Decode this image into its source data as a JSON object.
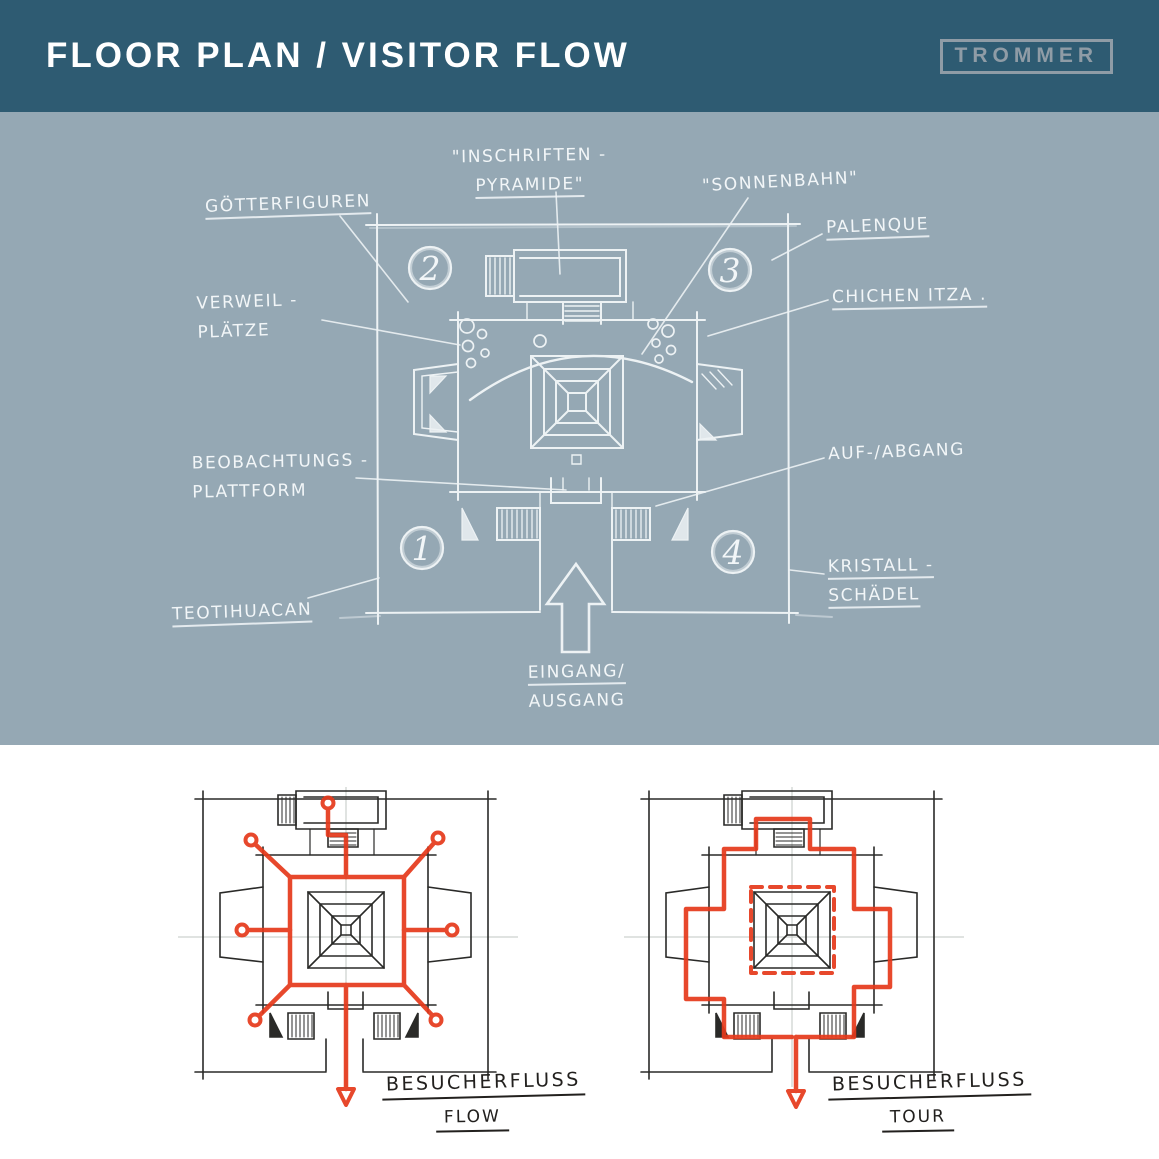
{
  "header": {
    "title": "FLOOR PLAN / VISITOR FLOW",
    "logo": "TROMMER"
  },
  "colors": {
    "header_bg": "#2e5b72",
    "sketch_bg": "#95a8b4",
    "ink_white": "#f2f6f8",
    "ink_black": "#2a2a28",
    "flow_red": "#e6391b"
  },
  "main_plan": {
    "labels": {
      "goetterfiguren": "GÖTTERFIGUREN",
      "inschriften": [
        "\"INSCHRIFTEN -",
        "PYRAMIDE\""
      ],
      "sonnenbahn": "\"SONNENBAHN\"",
      "palenque": "PALENQUE",
      "chichen_itza": "CHICHEN ITZA .",
      "verweilplaetze": [
        "VERWEIL -",
        "PLÄTZE"
      ],
      "beobachtungsplattform": [
        "BEOBACHTUNGS -",
        "PLATTFORM"
      ],
      "auf_abgang": "AUF-/ABGANG",
      "kristallschaedel": [
        "KRISTALL -",
        "SCHÄDEL"
      ],
      "teotihuacan": "TEOTIHUACAN",
      "eingang_ausgang": [
        "EINGANG/",
        "AUSGANG"
      ]
    },
    "areas": {
      "top_left": "2",
      "top_right": "3",
      "bottom_left": "1",
      "bottom_right": "4"
    }
  },
  "flow_plans": [
    {
      "title": "BESUCHERFLUSS",
      "subtitle": "FLOW"
    },
    {
      "title": "BESUCHERFLUSS",
      "subtitle": "TOUR"
    }
  ]
}
